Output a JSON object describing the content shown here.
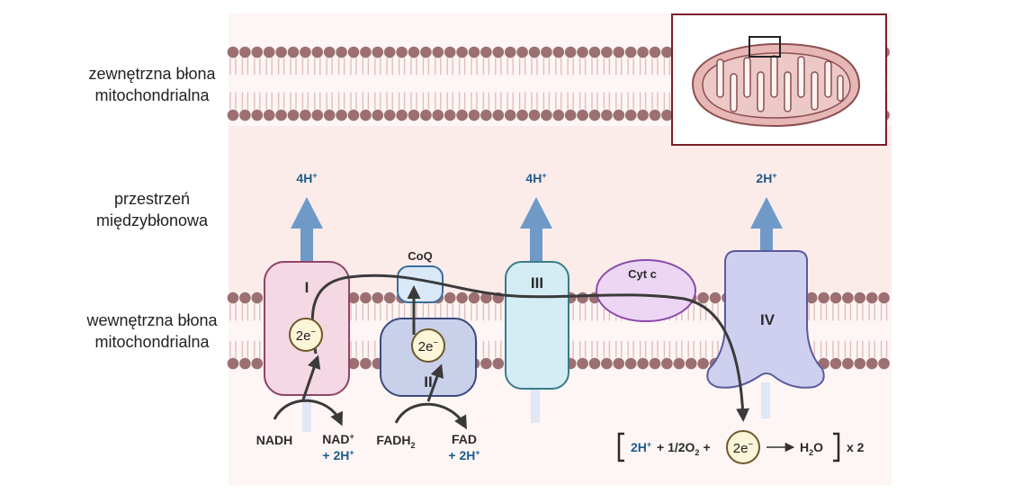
{
  "labels": {
    "outer_membrane": [
      "zewnętrzna błona",
      "mitochondrialna"
    ],
    "intermembrane_space": [
      "przestrzeń",
      "międzybłonowa"
    ],
    "inner_membrane": [
      "wewnętrzna błona",
      "mitochondrialna"
    ]
  },
  "proton_pumps": {
    "complex_I": "4H",
    "complex_III": "4H",
    "complex_IV": "2H",
    "charge": "+"
  },
  "complexes": {
    "I": "I",
    "II": "II",
    "III": "III",
    "IV": "IV",
    "coq": "CoQ",
    "cyt_c": "Cyt c"
  },
  "electron_tokens": {
    "complex_I": "2e",
    "complex_II": "2e",
    "reaction": "2e",
    "charge": "−"
  },
  "substrates": {
    "nadh": "NADH",
    "nad": "NAD",
    "nad_charge": "+",
    "nad_h": "+ 2H",
    "fadh2": "FADH",
    "fadh2_sub": "2",
    "fad": "FAD",
    "fad_h": "+ 2H",
    "h_charge": "+"
  },
  "reaction": {
    "h_term": "2H",
    "h_charge": "+",
    "plus1": "+ 1/2O",
    "o_sub": "2",
    "plus2": "+",
    "arrow": "⟶",
    "product": "H",
    "product_sub": "2",
    "product_tail": "O",
    "multiplier": "x 2"
  },
  "colors": {
    "membrane_head": "#9c7072",
    "membrane_tail": "#e3bcbd",
    "intermembrane_bg": "#fbecea",
    "complex_I_fill": "#f4d8e4",
    "complex_I_stroke": "#8e4669",
    "complex_II_fill": "#c9d0ea",
    "complex_II_stroke": "#3a4a7c",
    "coq_fill": "#d9e9f7",
    "coq_stroke": "#3a6e9c",
    "complex_III_fill": "#d4ecf4",
    "complex_III_stroke": "#3a7b8a",
    "cyt_c_fill": "#ecd6f4",
    "cyt_c_stroke": "#8a4aa8",
    "complex_IV_fill": "#cfd0f0",
    "complex_IV_stroke": "#5a5a9c",
    "proton_arrow": "#6f9ac8",
    "electron_fill": "#fdf5d8",
    "electron_stroke": "#6b5a2a",
    "inset_border": "#7a1e28",
    "mito_fill": "#e6b7b5",
    "mito_stroke": "#8c4f50"
  }
}
